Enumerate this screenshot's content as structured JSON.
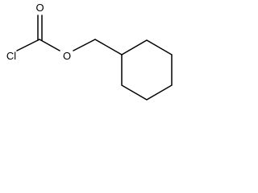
{
  "molecule": {
    "atoms": {
      "chlorine": "Cl",
      "carbonyl_oxygen": "O",
      "ester_oxygen": "O"
    }
  }
}
